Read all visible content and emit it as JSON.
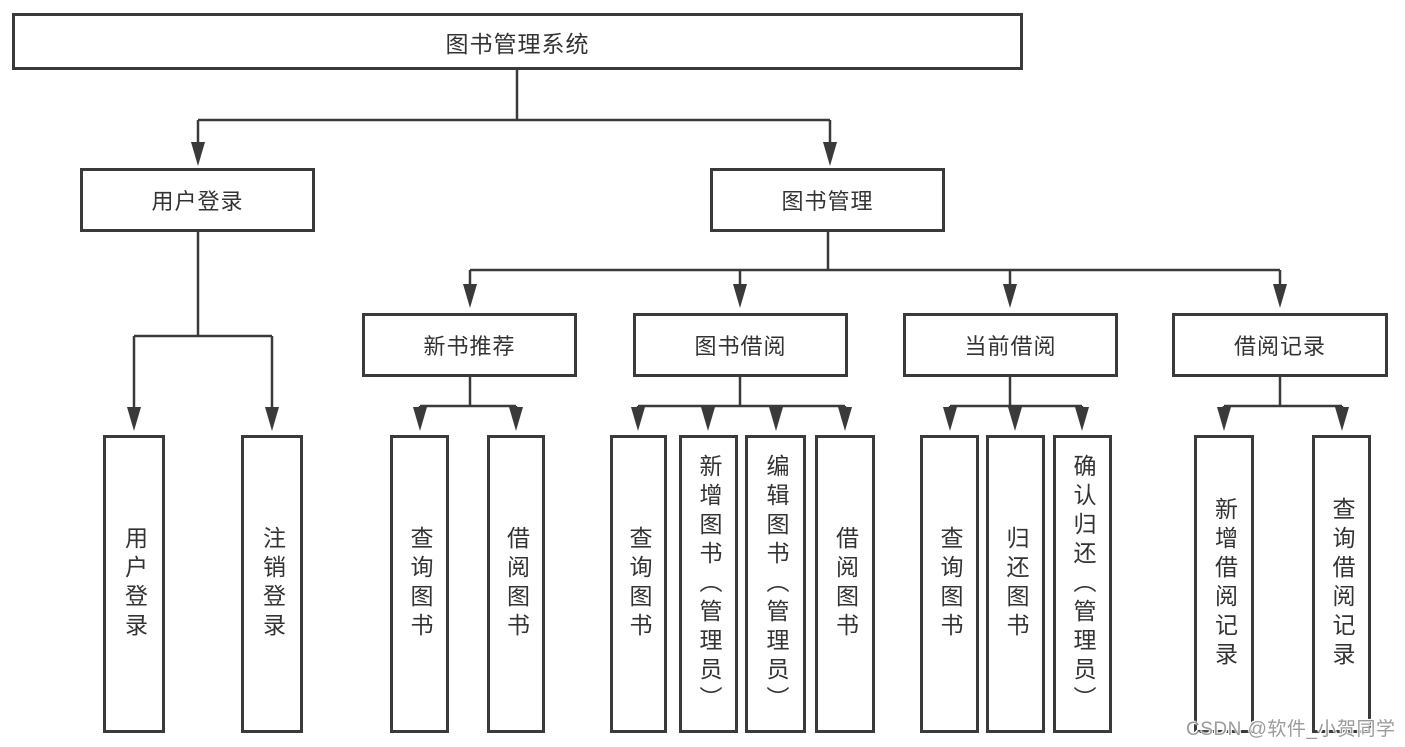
{
  "diagram": {
    "root": {
      "label": "图书管理系统"
    },
    "level2": [
      {
        "label": "用户登录",
        "children": [
          {
            "label": "用户登录"
          },
          {
            "label": "注销登录"
          }
        ]
      },
      {
        "label": "图书管理",
        "children": [
          {
            "label": "新书推荐",
            "children": [
              {
                "label": "查询图书"
              },
              {
                "label": "借阅图书"
              }
            ]
          },
          {
            "label": "图书借阅",
            "children": [
              {
                "label": "查询图书"
              },
              {
                "label": "新增图书（管理员）"
              },
              {
                "label": "编辑图书（管理员）"
              },
              {
                "label": "借阅图书"
              }
            ]
          },
          {
            "label": "当前借阅",
            "children": [
              {
                "label": "查询图书"
              },
              {
                "label": "归还图书"
              },
              {
                "label": "确认归还（管理员）"
              }
            ]
          },
          {
            "label": "借阅记录",
            "children": [
              {
                "label": "新增借阅记录"
              },
              {
                "label": "查询借阅记录"
              }
            ]
          }
        ]
      }
    ]
  },
  "watermark": {
    "text": "CSDN @软件_小贺同学"
  },
  "colors": {
    "line": "#3a3a3a",
    "text": "#333333",
    "watermark": "#9b9b9b",
    "background": "#ffffff"
  }
}
